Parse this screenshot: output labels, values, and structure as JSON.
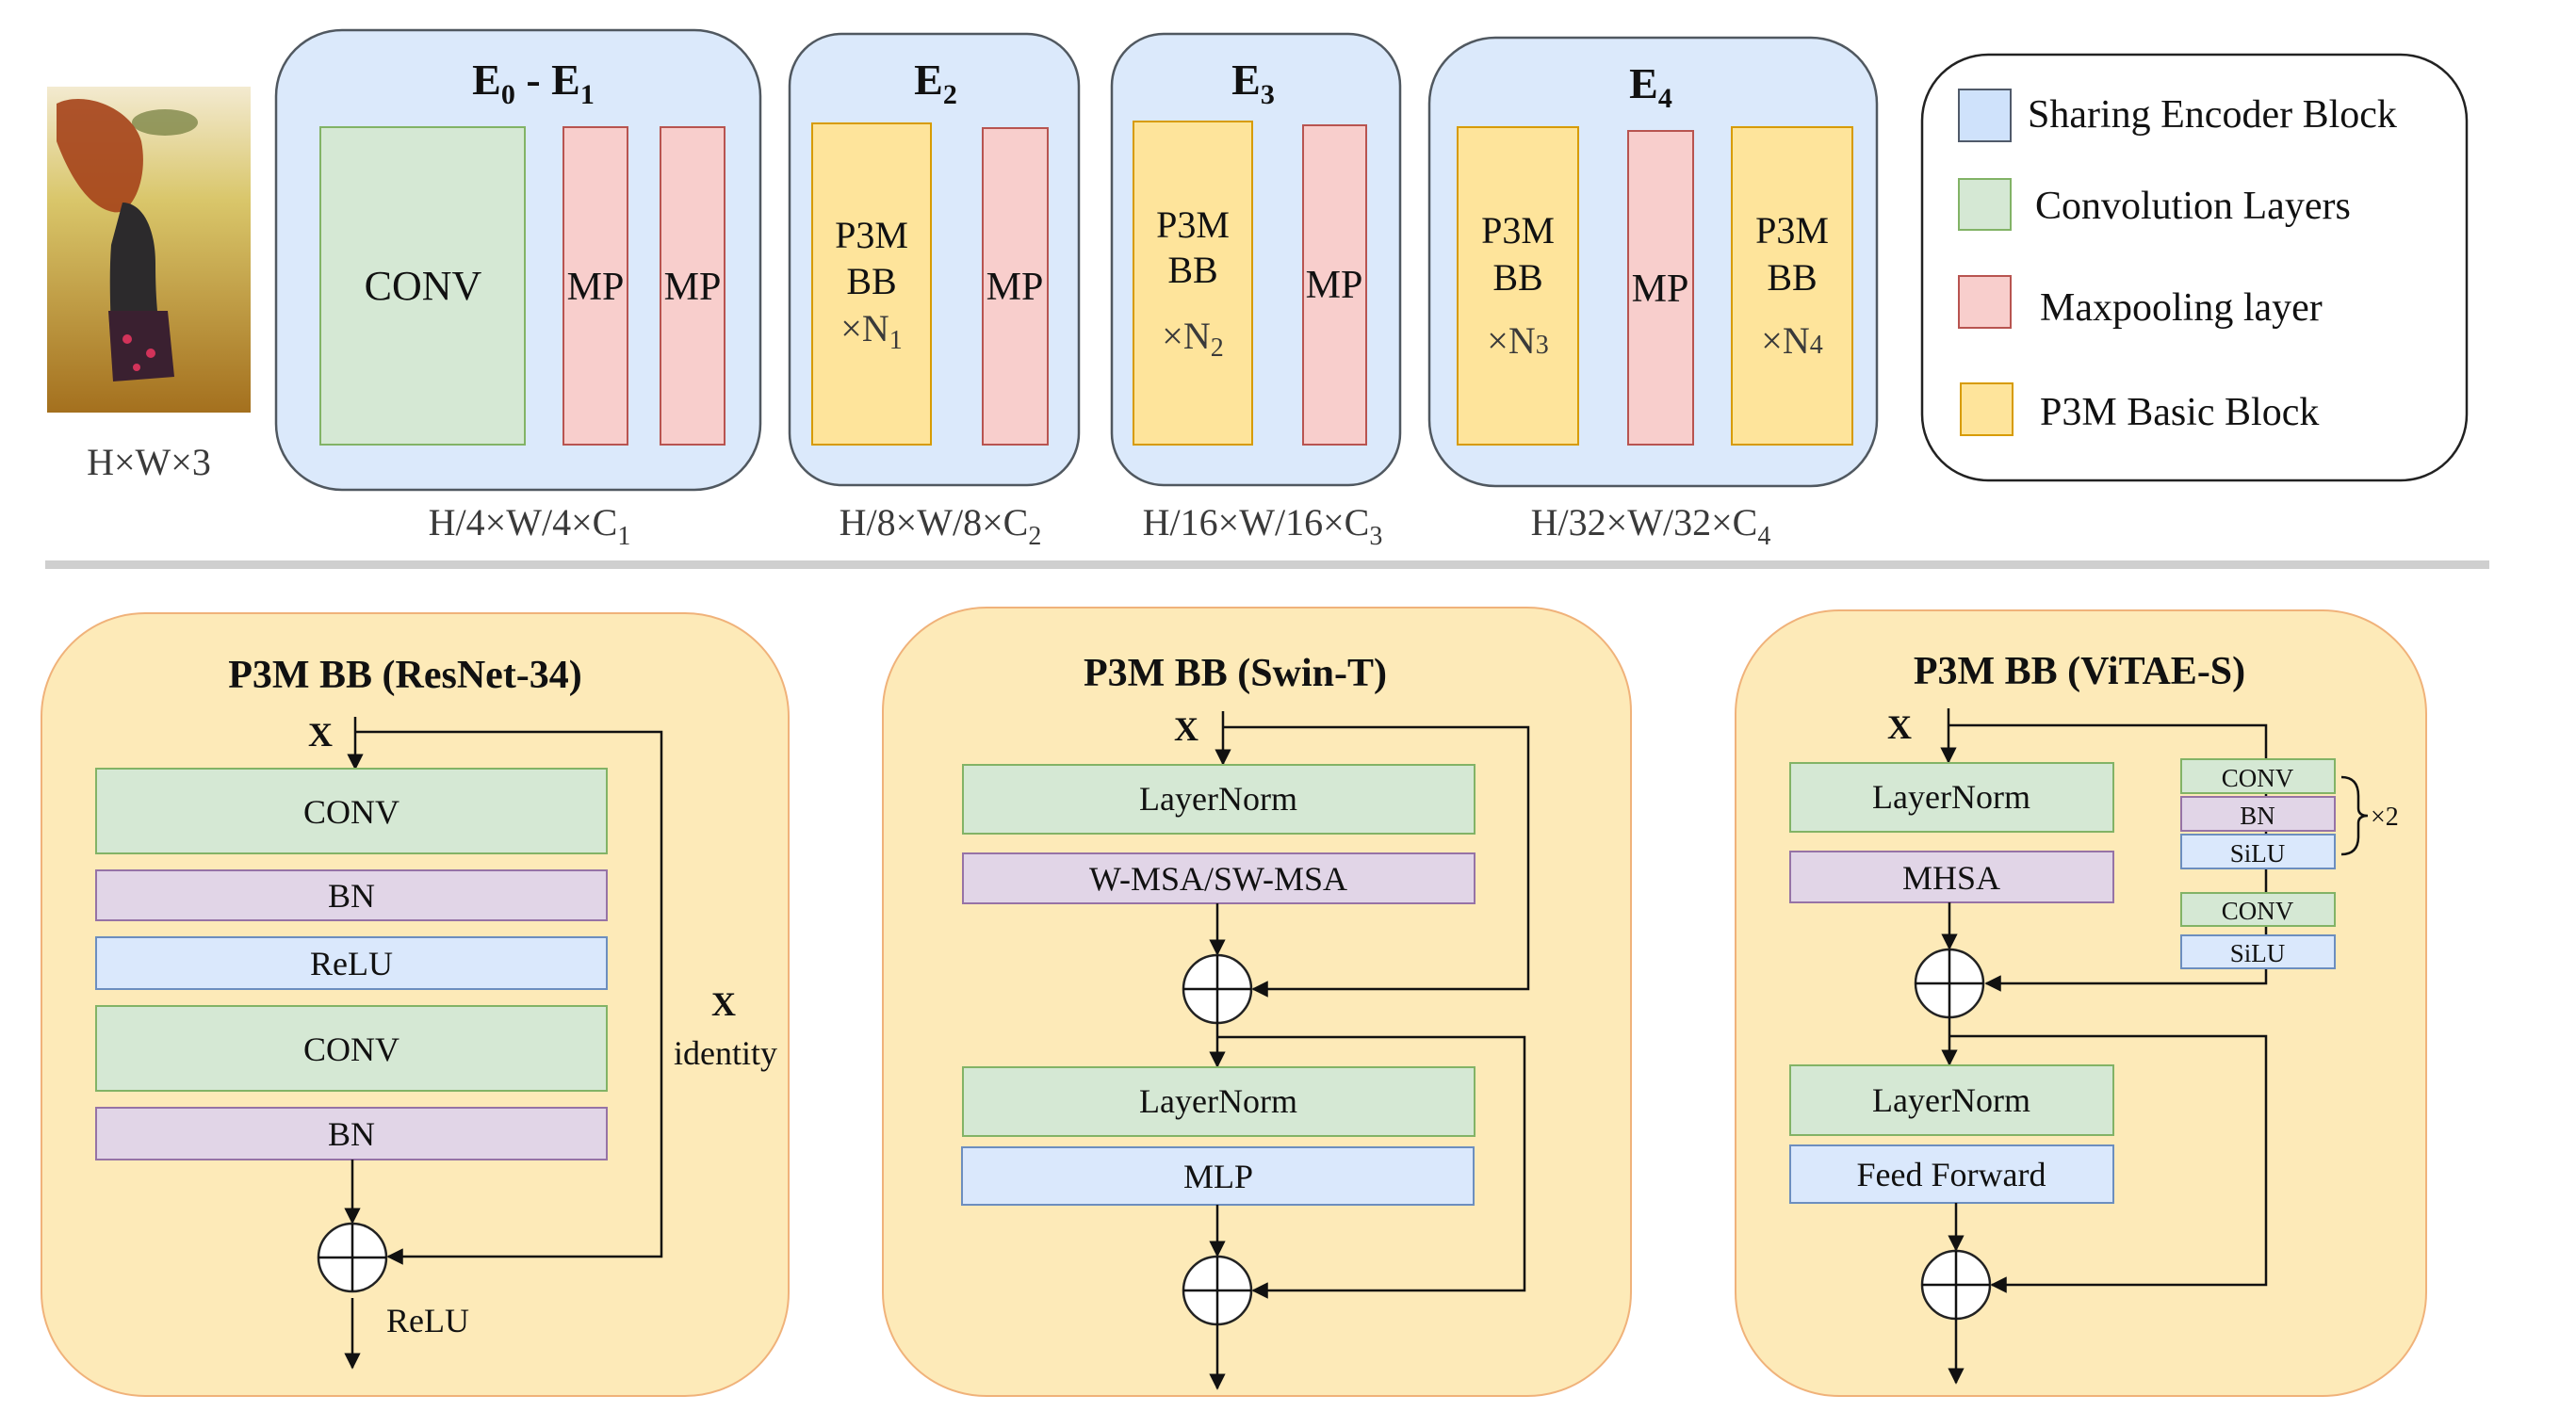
{
  "input": {
    "caption": "H×W×3",
    "photo_description": "woman with flowing red hair in sunlit wheat field"
  },
  "encoder": [
    {
      "title_main": "E",
      "title_sub": "0",
      "title_sep": " - E",
      "title_sub2": "1",
      "blocks": [
        "CONV",
        "MP",
        "MP"
      ],
      "dim_main": "H/4×W/4×C",
      "dim_sub": "1"
    },
    {
      "title_main": "E",
      "title_sub": "2",
      "blocks": [
        {
          "l1": "P3M",
          "l2": "BB",
          "rep": "×N",
          "rep_sub": "1"
        },
        "MP"
      ],
      "dim_main": "H/8×W/8×C",
      "dim_sub": "2"
    },
    {
      "title_main": "E",
      "title_sub": "3",
      "blocks": [
        {
          "l1": "P3M",
          "l2": "BB",
          "rep": "×N",
          "rep_sub": "2"
        },
        "MP"
      ],
      "dim_main": "H/16×W/16×C",
      "dim_sub": "3"
    },
    {
      "title_main": "E",
      "title_sub": "4",
      "blocks": [
        {
          "l1": "P3M",
          "l2": "BB",
          "rep": "×N",
          "rep_sub": "3"
        },
        "MP",
        {
          "l1": "P3M",
          "l2": "BB",
          "rep": "×N",
          "rep_sub": "4"
        }
      ],
      "dim_main": "H/32×W/32×C",
      "dim_sub": "4"
    }
  ],
  "legend": {
    "items": [
      {
        "label": "Sharing Encoder Block",
        "color": "#dbe9fb"
      },
      {
        "label": "Convolution Layers",
        "color": "#d5e8d4"
      },
      {
        "label": "Maxpooling layer",
        "color": "#f8cecc"
      },
      {
        "label": "P3M Basic Block",
        "color": "#fee49b"
      }
    ]
  },
  "panels": {
    "resnet": {
      "title": "P3M BB (ResNet-34)",
      "input_label": "X",
      "layers": [
        "CONV",
        "BN",
        "ReLU",
        "CONV",
        "BN"
      ],
      "skip_label": "X",
      "skip_label2": "identity",
      "output_label": "ReLU"
    },
    "swin": {
      "title": "P3M BB (Swin-T)",
      "input_label": "X",
      "layers": [
        "LayerNorm",
        "W-MSA/SW-MSA",
        "LayerNorm",
        "MLP"
      ]
    },
    "vitae": {
      "title": "P3M BB (ViTAE-S)",
      "input_label": "X",
      "layers": [
        "LayerNorm",
        "MHSA",
        "LayerNorm",
        "Feed Forward"
      ],
      "side_layers": [
        "CONV",
        "BN",
        "SiLU",
        "CONV",
        "SiLU"
      ],
      "repeat_label": "×2"
    }
  },
  "colors": {
    "encoder_block": "#dbe9fb",
    "conv": "#d5e8d4",
    "maxpool": "#f8cecc",
    "basic_block": "#fee49b",
    "bn": "#e1d5e7",
    "activation": "#dae8fc",
    "panel": "#fdeab8"
  }
}
